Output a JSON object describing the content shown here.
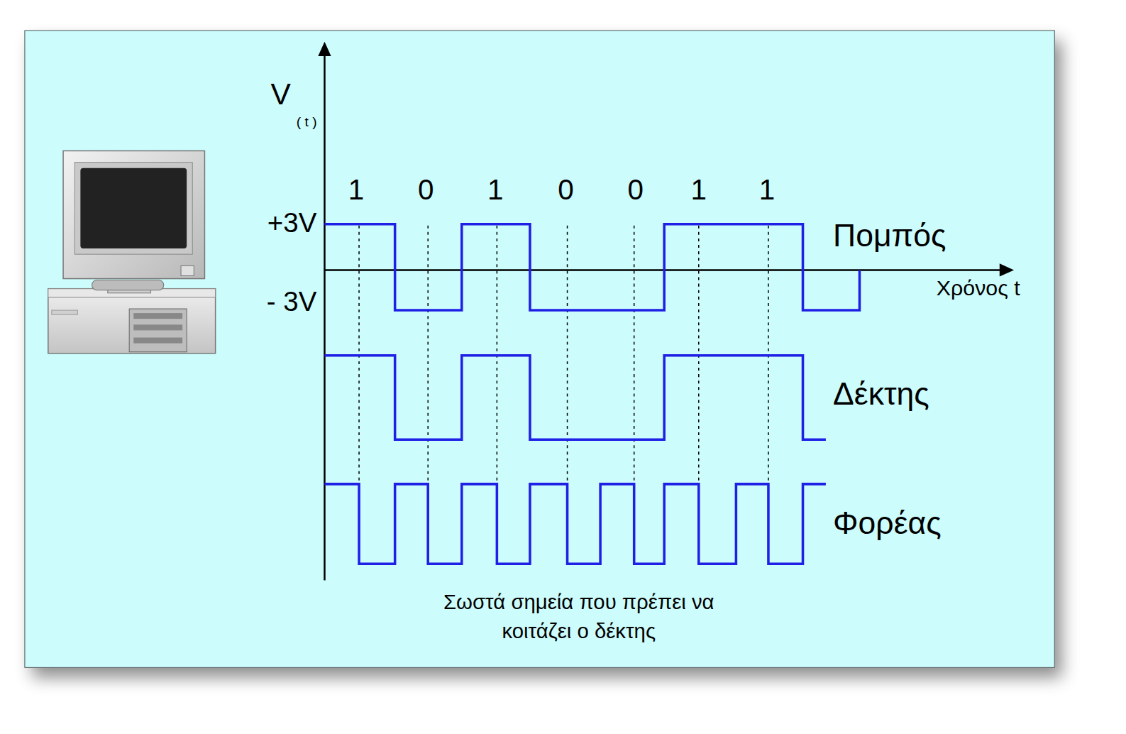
{
  "diagram": {
    "caption": "Σωστά σημεία που πρέπει να κοιτάζει ο δέκτης",
    "labels": [
      "V",
      "( t )",
      "1",
      "0",
      "1",
      "0",
      "0",
      "1",
      "1",
      "+3V",
      "- 3V",
      "Πομπός",
      "Χρόνος t",
      "Δέκτης",
      "Φορέας"
    ]
  }
}
